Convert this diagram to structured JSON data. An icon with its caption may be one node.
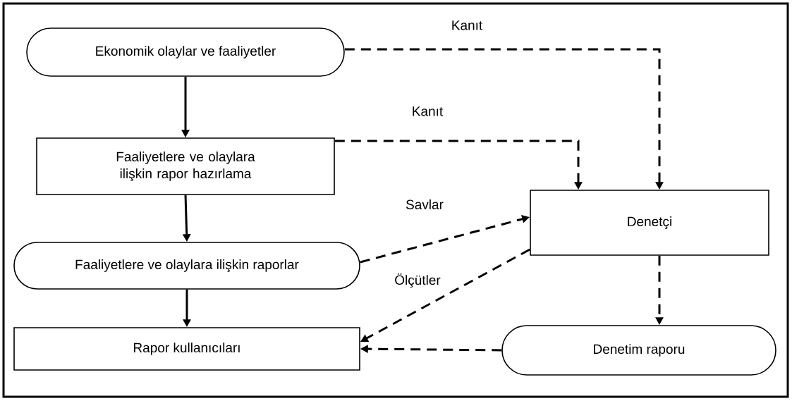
{
  "diagram": {
    "nodes": [
      {
        "text": [
          "Ekonomik olaylar ve faaliyetler"
        ]
      },
      {
        "text": [
          "Faaliyetlere ve olaylara ilişkin rapor hazırlama"
        ]
      },
      {
        "text": [
          "Faaliyetlere ve olaylara ilişkin raporlar"
        ]
      },
      {
        "text": [
          "Rapor kullanıcıları"
        ]
      },
      {
        "text": [
          "Denetçi"
        ]
      },
      {
        "text": [
          "Denetim raporu"
        ]
      }
    ],
    "edges": [
      {
        "from": 0,
        "to": 1,
        "arrow": "to"
      },
      {
        "from": 1,
        "to": 2,
        "arrow": "to"
      },
      {
        "from": 2,
        "to": 3,
        "arrow": "to"
      },
      {
        "from": 0,
        "to": 4,
        "arrow": "to",
        "style": "dashed",
        "label": "Kanıt"
      },
      {
        "from": 1,
        "to": 4,
        "arrow": "to",
        "style": "dashed",
        "label": "Kanıt"
      },
      {
        "from": 2,
        "to": 4,
        "arrow": "to",
        "style": "dashed",
        "label": "Savlar"
      },
      {
        "from": 4,
        "to": 3,
        "arrow": "to",
        "style": "dashed",
        "label": "Ölçütler"
      },
      {
        "from": 4,
        "to": 5,
        "arrow": "to",
        "style": "dashed"
      },
      {
        "from": 5,
        "to": 3,
        "arrow": "to",
        "style": "dashed"
      }
    ]
  }
}
